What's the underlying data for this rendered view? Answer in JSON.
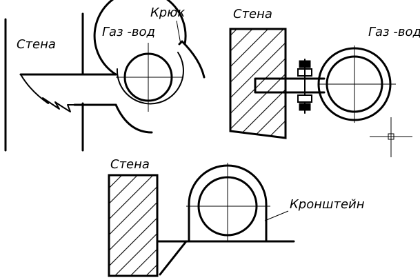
{
  "labels": {
    "wall_1": "Стена",
    "wall_2": "Стена",
    "wall_3": "Стена",
    "pipe_1": "Газ -вод",
    "pipe_2": "Газ -вод",
    "hook": "Крюк",
    "bracket": "Кронштейн"
  },
  "colors": {
    "ink": "#000000",
    "background": "#ffffff"
  }
}
